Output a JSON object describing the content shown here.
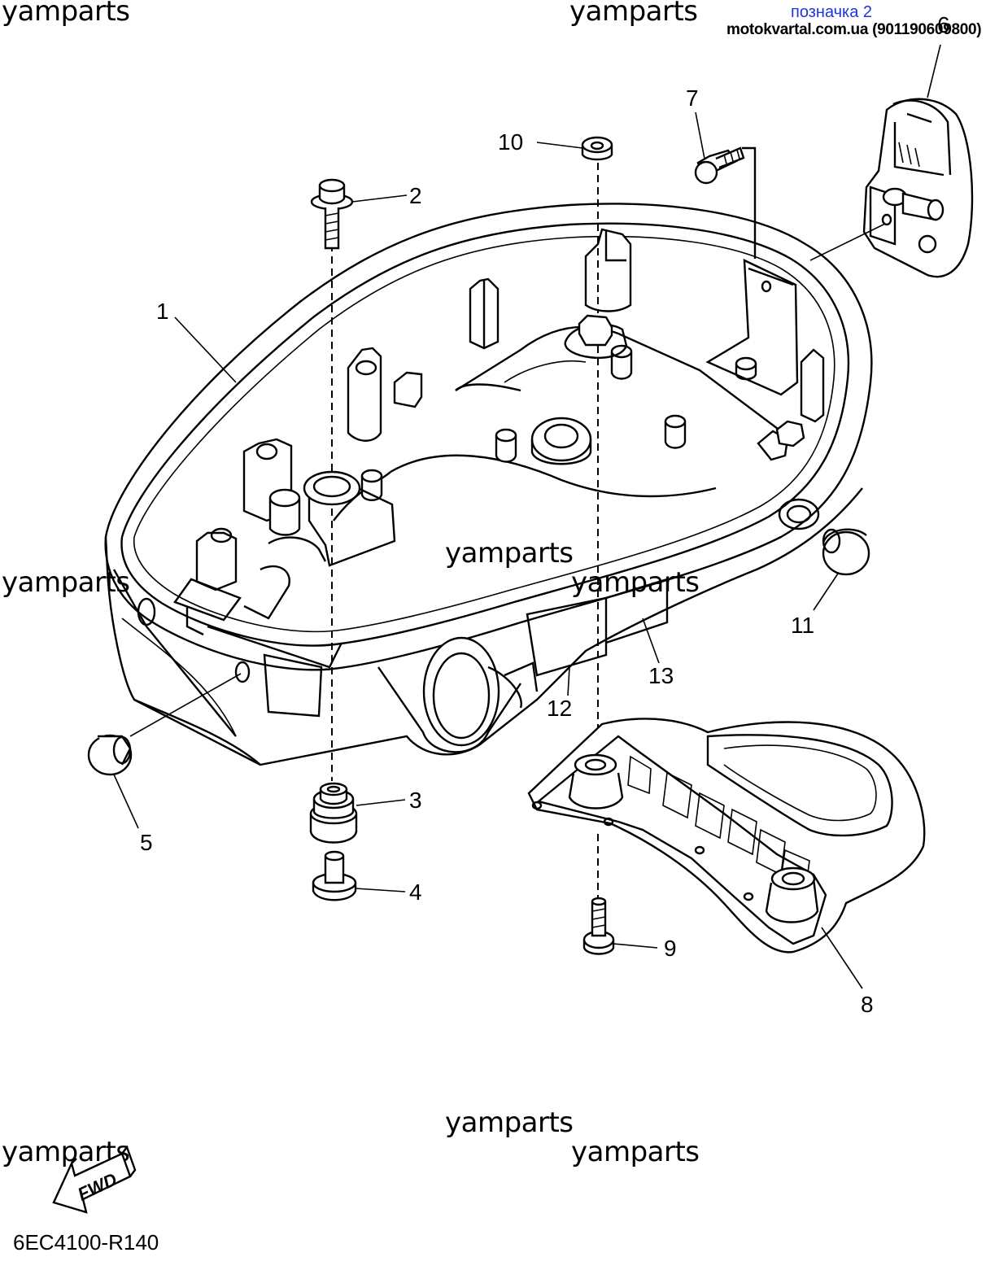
{
  "header": {
    "link_label": "позначка 2",
    "site_text": "motokvartal.com.ua (901190609800)"
  },
  "watermarks": [
    "yamparts",
    "yamparts",
    "yamparts",
    "yamparts",
    "yamparts",
    "yamparts",
    "yamparts",
    "yamparts"
  ],
  "callouts": [
    "1",
    "2",
    "3",
    "4",
    "5",
    "6",
    "7",
    "8",
    "9",
    "10",
    "11",
    "12",
    "13"
  ],
  "fwd_arrow_label": "FWD",
  "diagram_code": "6EC4100-R140",
  "colors": {
    "link": "#2233dd",
    "line": "#000000",
    "background": "#ffffff"
  }
}
